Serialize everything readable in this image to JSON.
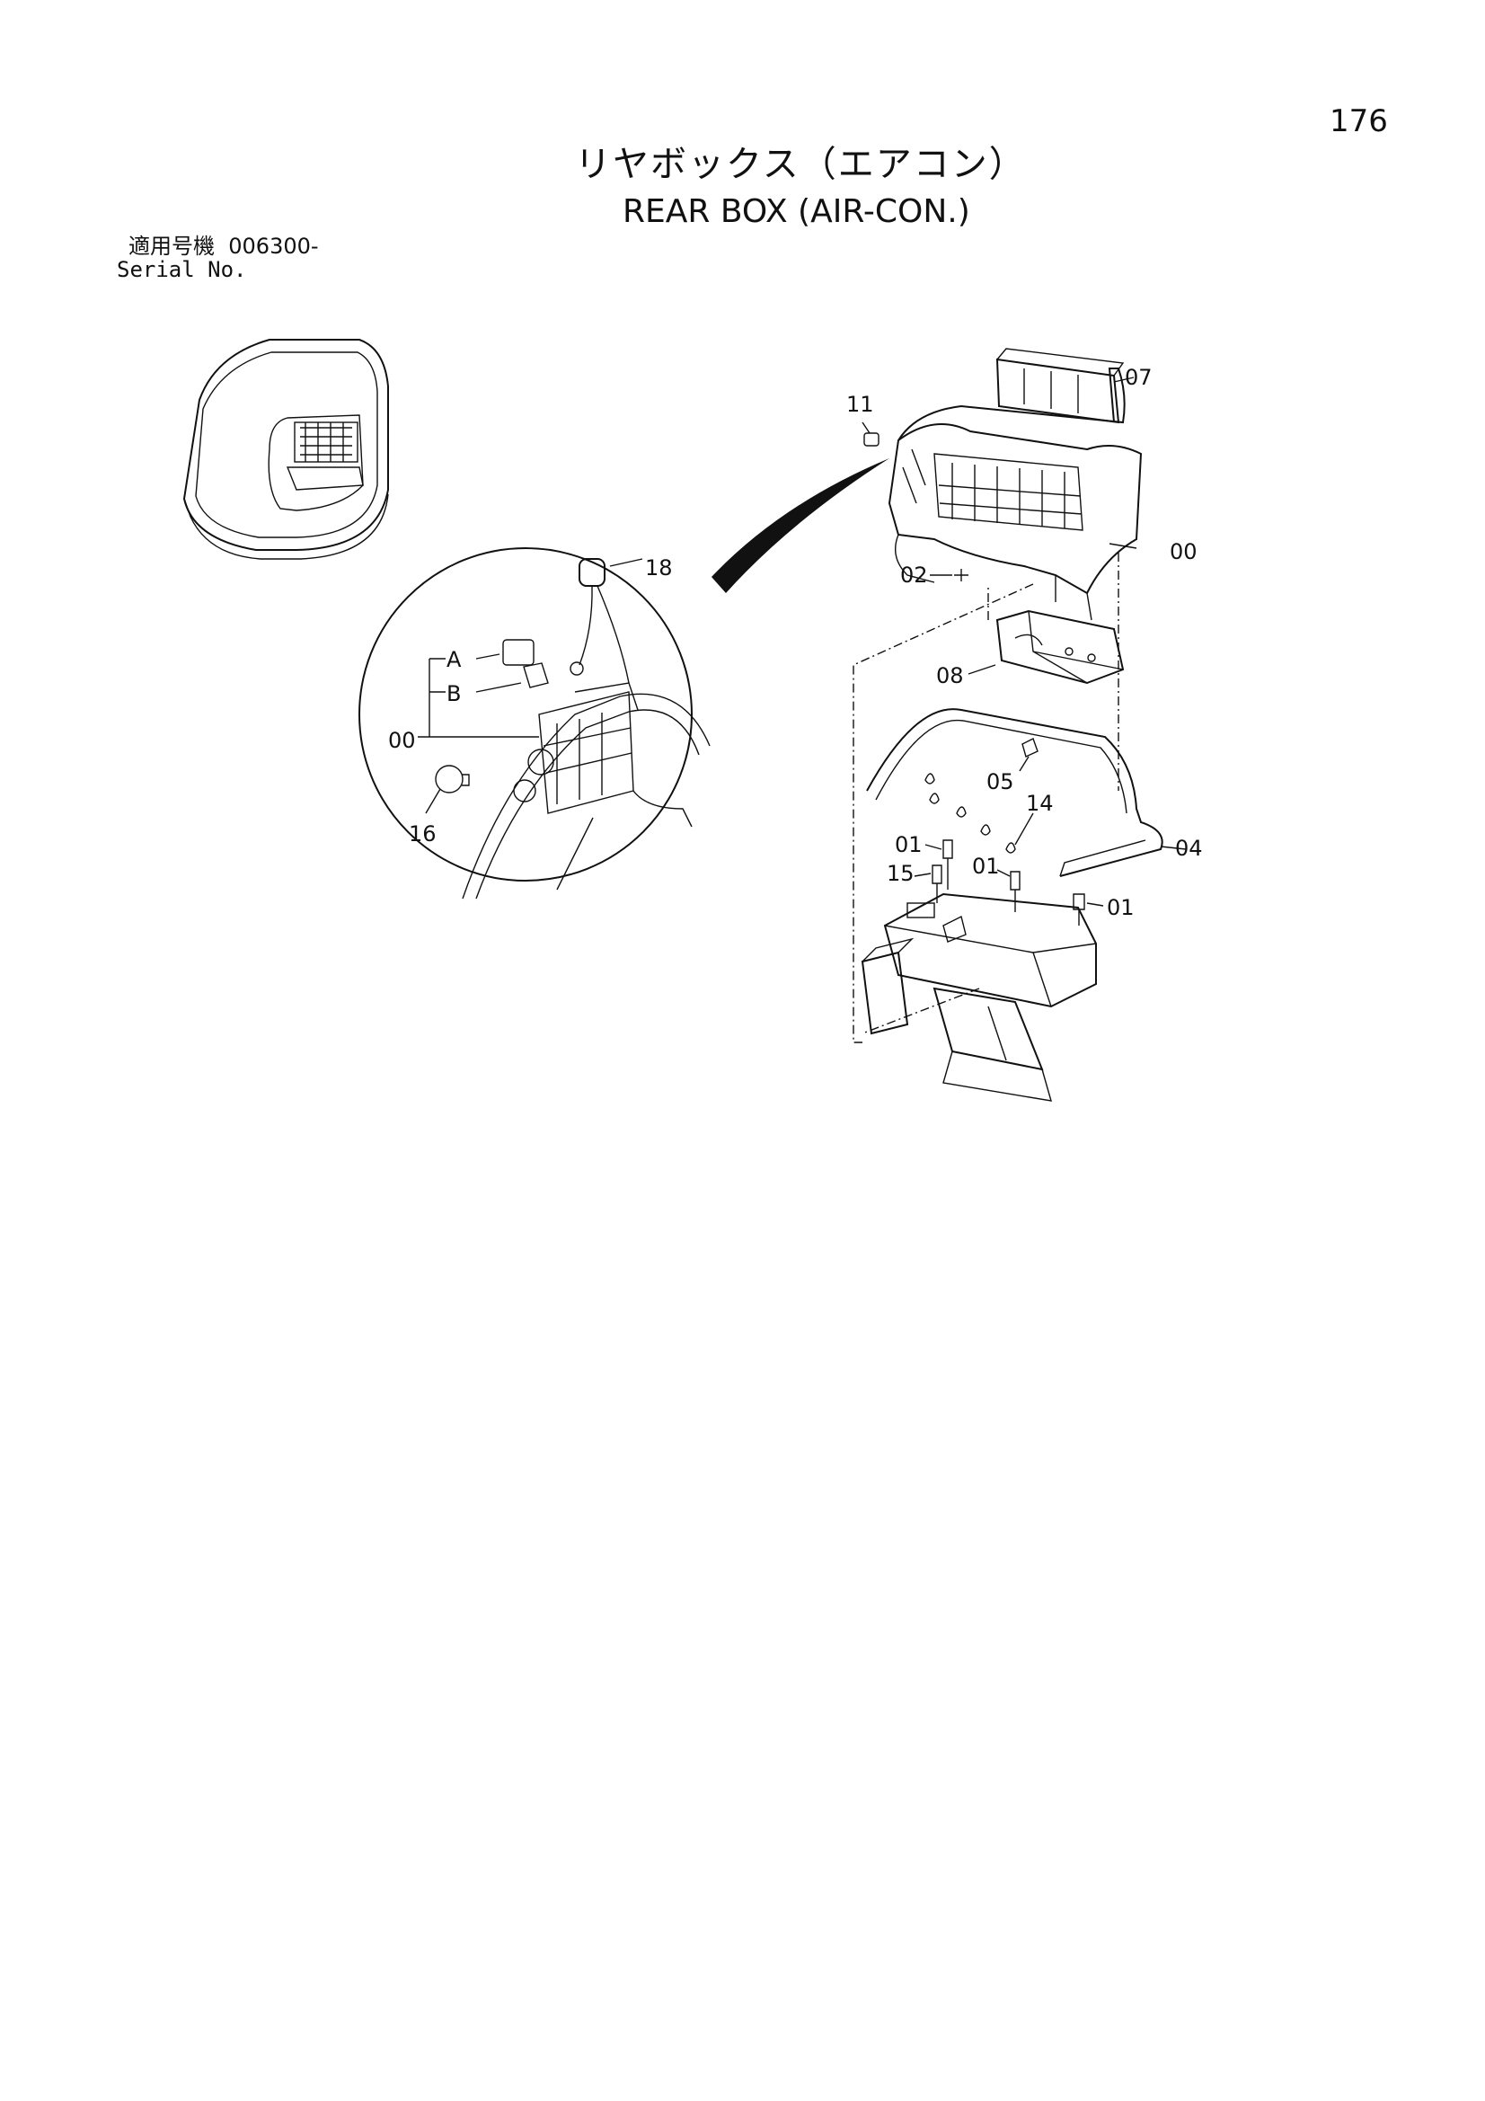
{
  "page": {
    "number": "176",
    "title_jp": "リヤボックス（エアコン）",
    "title_en": "REAR BOX (AIR-CON.)",
    "serial_label_jp": "適用号機",
    "serial_value": "006300-",
    "serial_label_en": "Serial No."
  },
  "callouts": {
    "c07": "07",
    "c11": "11",
    "c00_main": "00",
    "c02": "02",
    "c08": "08",
    "c05": "05",
    "c14": "14",
    "c04": "04",
    "c01_a": "01",
    "c01_b": "01",
    "c01_c": "01",
    "c15": "15",
    "c18": "18",
    "cA": "A",
    "cB": "B",
    "c00_detail": "00",
    "c16": "16"
  }
}
